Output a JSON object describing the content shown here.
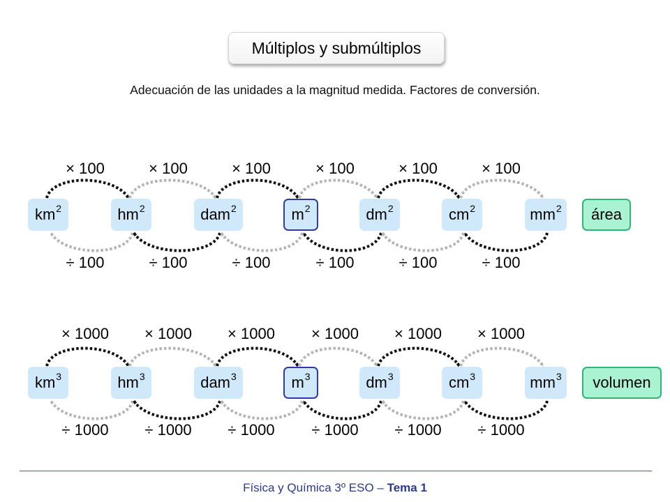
{
  "title": "Múltiplos y submúltiplos",
  "subtitle": "Adecuación de las unidades a la magnitud medida. Factores de conversión.",
  "area": {
    "mult_labels": [
      "× 100",
      "× 100",
      "× 100",
      "× 100",
      "× 100",
      "× 100"
    ],
    "div_labels": [
      "÷ 100",
      "÷ 100",
      "÷ 100",
      "÷ 100",
      "÷ 100",
      "÷ 100"
    ],
    "units": [
      {
        "base": "km",
        "exp": "2"
      },
      {
        "base": "hm",
        "exp": "2"
      },
      {
        "base": "dam",
        "exp": "2"
      },
      {
        "base": "m",
        "exp": "2"
      },
      {
        "base": "dm",
        "exp": "2"
      },
      {
        "base": "cm",
        "exp": "2"
      },
      {
        "base": "mm",
        "exp": "2"
      }
    ],
    "tag": "área"
  },
  "volume": {
    "mult_labels": [
      "× 1000",
      "× 1000",
      "× 1000",
      "× 1000",
      "× 1000",
      "× 1000"
    ],
    "div_labels": [
      "÷ 1000",
      "÷ 1000",
      "÷ 1000",
      "÷ 1000",
      "÷ 1000",
      "÷ 1000"
    ],
    "units": [
      {
        "base": "km",
        "exp": "3"
      },
      {
        "base": "hm",
        "exp": "3"
      },
      {
        "base": "dam",
        "exp": "3"
      },
      {
        "base": "m",
        "exp": "3"
      },
      {
        "base": "dm",
        "exp": "3"
      },
      {
        "base": "cm",
        "exp": "3"
      },
      {
        "base": "mm",
        "exp": "3"
      }
    ],
    "tag": "volumen"
  },
  "highlight_unit": "m",
  "colors": {
    "unit_fill": "#cfe9fb",
    "unit_highlight_border": "#2f3aa8",
    "tag_fill": "#a9f2d2",
    "tag_border": "#2fb574",
    "arrow_dark": "#111111",
    "arrow_light": "#b4b4b4",
    "footer_text": "#2b3a8f"
  },
  "footer": {
    "course": "Física y Química 3º ESO",
    "separator": " – ",
    "topic": "Tema 1"
  }
}
